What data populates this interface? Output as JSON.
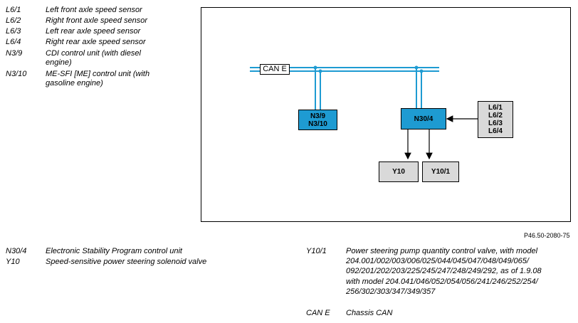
{
  "legend_top": [
    {
      "code": "L6/1",
      "desc": "Left front axle speed sensor"
    },
    {
      "code": "L6/2",
      "desc": "Right front axle speed sensor"
    },
    {
      "code": "L6/3",
      "desc": "Left rear axle speed sensor"
    },
    {
      "code": "L6/4",
      "desc": "Right rear axle speed sensor"
    },
    {
      "code": "N3/9",
      "desc": "CDI control unit (with diesel engine)"
    },
    {
      "code": "N3/10",
      "desc": "ME-SFI [ME] control unit (with gasoline engine)"
    }
  ],
  "diagram": {
    "can_label": "CAN E",
    "engine_unit": {
      "line1": "N3/9",
      "line2": "N3/10"
    },
    "esp_unit": "N30/4",
    "sensors": [
      "L6/1",
      "L6/2",
      "L6/3",
      "L6/4"
    ],
    "valve_y10": "Y10",
    "valve_y10_1": "Y10/1",
    "colors": {
      "unit_fill": "#1e9bd2",
      "valve_fill": "#d9d9d9",
      "bus_line": "#1e9bd2"
    }
  },
  "figure_id": "P46.50-2080-75",
  "legend_bottom_left": [
    {
      "code": "N30/4",
      "desc": "Electronic Stability Program control unit"
    },
    {
      "code": "Y10",
      "desc": "Speed-sensitive power steering solenoid valve"
    }
  ],
  "legend_bottom_right": {
    "y10_1_code": "Y10/1",
    "y10_1_desc_1": "Power steering pump quantity control valve, with model",
    "y10_1_desc_2": "204.001/002/003/006/025/044/045/047/048/049/065/",
    "y10_1_desc_3": "092/201/202/203/225/245/247/248/249/292, as of 1.9.08",
    "y10_1_desc_4": "with model 204.041/046/052/054/056/241/246/252/254/",
    "y10_1_desc_5": "256/302/303/347/349/357",
    "can_code": "CAN E",
    "can_desc": "Chassis CAN"
  }
}
